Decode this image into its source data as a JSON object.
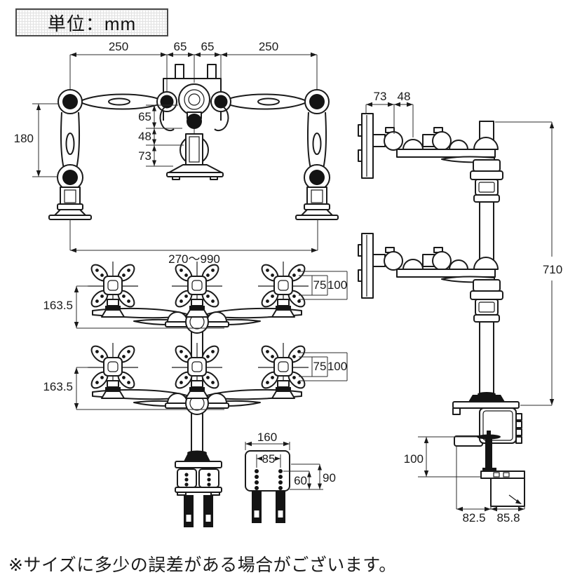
{
  "unit_label": "単位：mm",
  "footnote": "※サイズに多少の誤差がある場合がございます。",
  "top_view": {
    "span_left": "250",
    "span_mid_left": "65",
    "span_mid_right": "65",
    "span_right": "250",
    "arm_drop": "180",
    "head_offset": "65",
    "stem": "48",
    "base": "73",
    "extension_range": "270〜990"
  },
  "front_view": {
    "upper": {
      "drop": "163.5",
      "vesa_inner": "75",
      "vesa_outer": "100"
    },
    "lower": {
      "drop": "163.5",
      "vesa_inner": "75",
      "vesa_outer": "100"
    }
  },
  "base_detail": {
    "width": "160",
    "hole_span": "85",
    "inner_height": "60",
    "outer_height": "90"
  },
  "side_view": {
    "head_depth": "73",
    "joint_depth": "48",
    "pole_height": "710",
    "clamp_range": "100",
    "base_depth_front": "82.5",
    "base_depth_rear": "85.8"
  }
}
